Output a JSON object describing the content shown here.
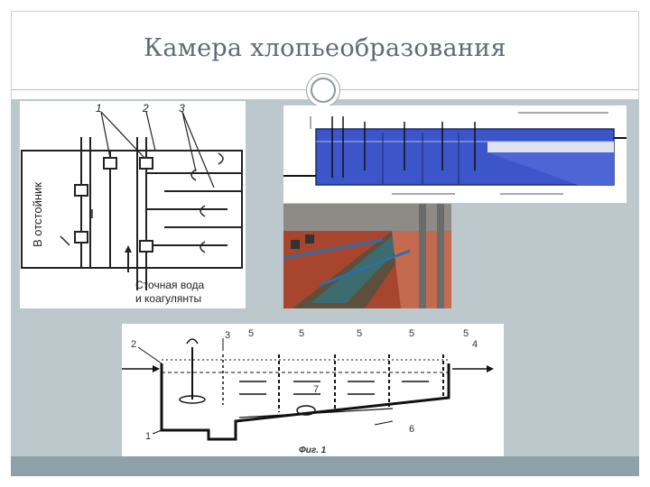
{
  "slide": {
    "title": "Камера хлопьеобразования"
  },
  "figure_left": {
    "numbers": [
      "1",
      "2",
      "3"
    ],
    "side_label": "В отстойник",
    "inlet_label_line1": "Сточная вода",
    "inlet_label_line2": "и коагулянты"
  },
  "figure_bottom": {
    "numbers": [
      "2",
      "3",
      "5",
      "5",
      "5",
      "5",
      "5",
      "4",
      "7",
      "6",
      "1"
    ],
    "caption": "Фиг. 1"
  },
  "colors": {
    "frame": "#c9cfd3",
    "title": "#5f6b73",
    "content_bg": "#bcc8cc",
    "bottom_bar": "#8ea1a8",
    "tank_blue": "#3c55c8"
  }
}
